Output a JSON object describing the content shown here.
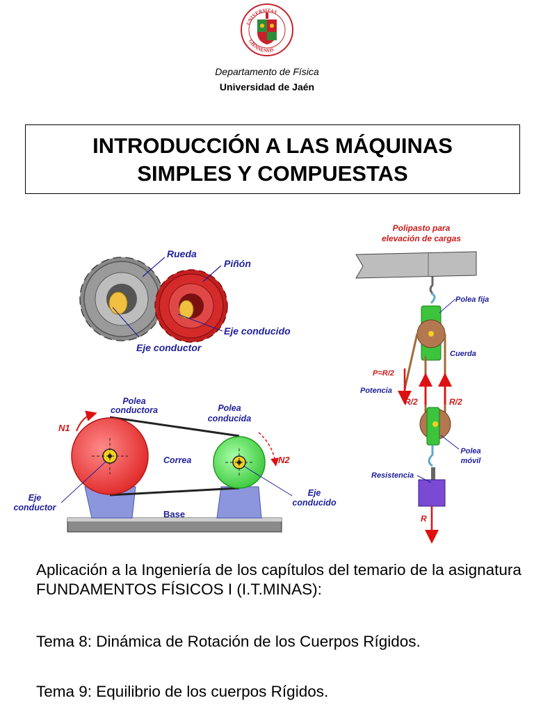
{
  "header": {
    "department": "Departamento de Física",
    "university": "Universidad de Jaén",
    "seal_text_top": "UNIVERSITAS",
    "seal_text_bottom": "GIENNENSIS"
  },
  "title": {
    "line1": "INTRODUCCIÓN A LAS MÁQUINAS",
    "line2": "SIMPLES Y COMPUESTAS"
  },
  "figures": {
    "gears": {
      "rueda": "Rueda",
      "pinon": "Piñón",
      "eje_conducido": "Eje conducido",
      "eje_conductor": "Eje conductor"
    },
    "belt": {
      "polea_conductora_1": "Polea",
      "polea_conductora_2": "conductora",
      "polea_conducida_1": "Polea",
      "polea_conducida_2": "conducida",
      "n1": "N1",
      "n2": "N2",
      "correa": "Correa",
      "eje_conductor_1": "Eje",
      "eje_conductor_2": "conductor",
      "eje_conducido_1": "Eje",
      "eje_conducido_2": "conducido",
      "base": "Base"
    },
    "hoist": {
      "title_1": "Polipasto para",
      "title_2": "elevación de cargas",
      "polea_fija": "Polea fija",
      "cuerda": "Cuerda",
      "p_eq": "P=R/2",
      "potencia": "Potencia",
      "r2_left": "R/2",
      "r2_right": "R/2",
      "polea_movil_1": "Polea",
      "polea_movil_2": "móvil",
      "resistencia": "Resistencia",
      "r": "R"
    }
  },
  "body": {
    "description": "Aplicación a la Ingeniería de los capítulos del temario de la asignatura FUNDAMENTOS FÍSICOS I (I.T.MINAS):",
    "tema8": "Tema 8: Dinámica de Rotación de los Cuerpos Rígidos.",
    "tema9": "Tema 9: Equilibrio de los cuerpos Rígidos."
  },
  "colors": {
    "gear_gray": "#8a8a8a",
    "gear_red": "#d42a2a",
    "pulley_red": "#ee3b3b",
    "pulley_green": "#44d244",
    "support_blue": "#8c96dd",
    "label_blue": "#1f1f9a",
    "arrow_red": "#dd1111",
    "seal_red": "#c8202a"
  }
}
